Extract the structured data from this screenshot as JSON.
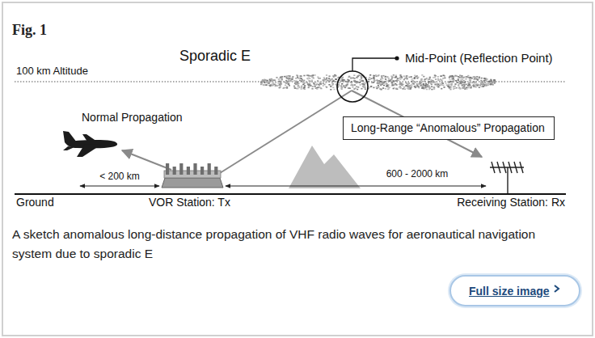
{
  "diagram": {
    "title": "Fig. 1",
    "caption": "A sketch anomalous long-distance propagation of VHF radio waves for aeronautical navigation system due to sporadic E",
    "nodes": [
      {
        "text": [
          "Long-Range “Anomalous” Propagation"
        ]
      },
      {
        "text": [
          "Full size image"
        ]
      }
    ],
    "labels": [
      "Sporadic E",
      "100 km Altitude",
      "Mid-Point (Reflection Point)",
      "Normal Propagation",
      "< 200 km",
      "600 - 2000 km",
      "Ground",
      "VOR Station: Tx",
      "Receiving Station: Rx"
    ]
  }
}
